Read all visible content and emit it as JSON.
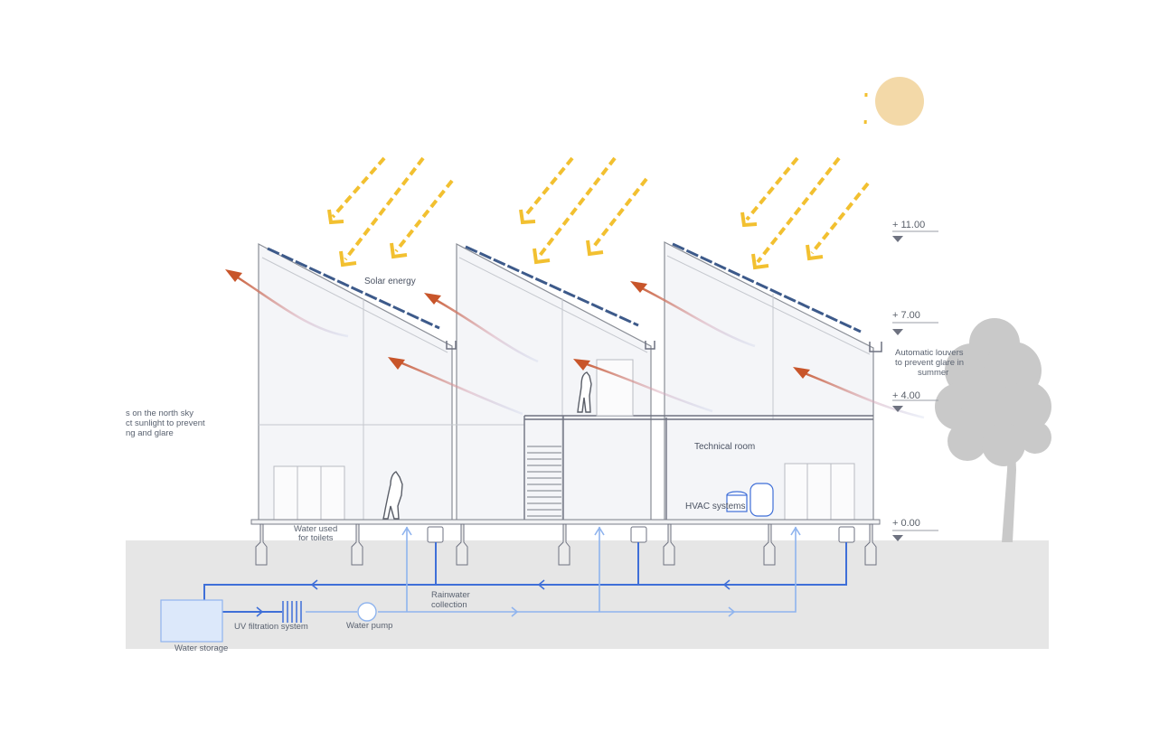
{
  "labels": {
    "solar_energy": "Solar energy",
    "north_sky_line1": "s on the north sky",
    "north_sky_line2": "ct sunlight to prevent",
    "north_sky_line3": "ng and glare",
    "automatic_louvers_line1": "Automatic louvers",
    "automatic_louvers_line2": "to prevent glare in",
    "automatic_louvers_line3": "summer",
    "technical_room": "Technical room",
    "hvac_systems": "HVAC systems",
    "water_used_line1": "Water used",
    "water_used_line2": "for toilets",
    "rainwater_line1": "Rainwater",
    "rainwater_line2": "collection",
    "uv_filtration": "UV filtration system",
    "water_pump": "Water pump",
    "water_storage": "Water storage"
  },
  "elevations": [
    "+ 11.00",
    "+ 7.00",
    "+ 4.00",
    "+ 0.00"
  ],
  "colors": {
    "sun": "#f3d9a8",
    "sun_rays": "#f2c030",
    "hot_air": "#c8552a",
    "solar_panel": "#3d5a8a",
    "water_supply": "#3f6fd8",
    "water_collection": "#8fb4ee",
    "ground": "#e6e6e6",
    "building_line": "#8a8e96",
    "tree": "#c9c9c9"
  }
}
